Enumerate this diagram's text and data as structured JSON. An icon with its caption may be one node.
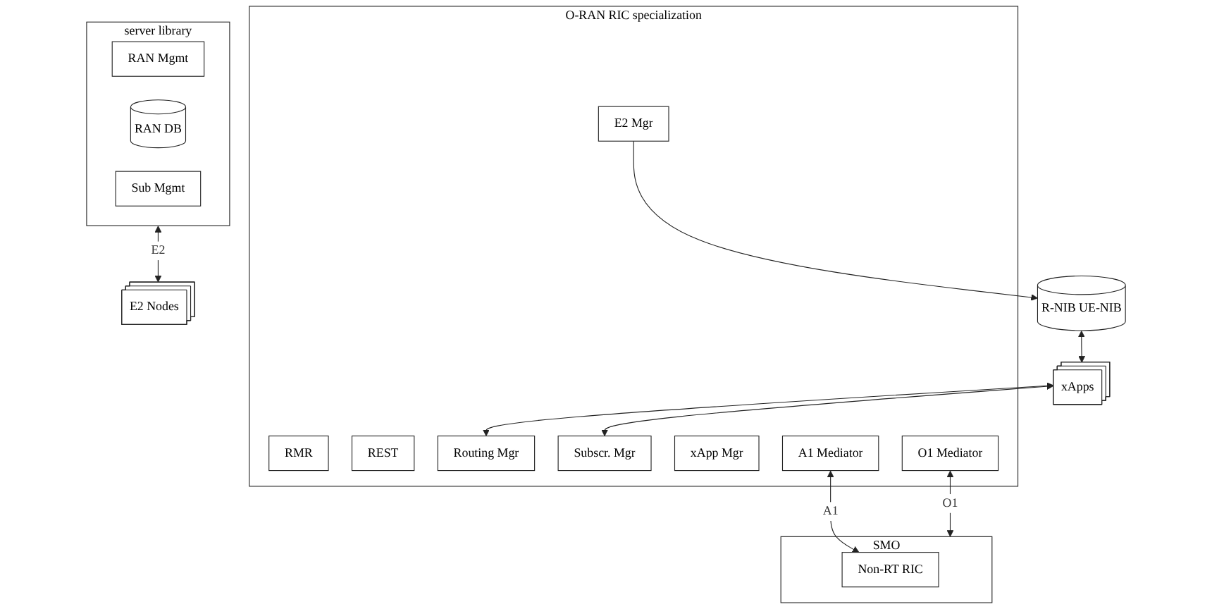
{
  "diagram": {
    "nodes": [
      {
        "text": [
          "R-NIB UE-NIB"
        ]
      },
      {
        "text": [
          "xApps"
        ]
      },
      {
        "text": [
          "SMO"
        ]
      },
      {
        "text": [
          "Non-RT RIC"
        ],
        "in": 2
      },
      {
        "text": [
          "O-RAN RIC specialization"
        ]
      },
      {
        "text": [
          "RMR"
        ],
        "in": 4
      },
      {
        "text": [
          "REST"
        ],
        "in": 4
      },
      {
        "text": [
          "Routing Mgr"
        ],
        "in": 4
      },
      {
        "text": [
          "Subscr. Mgr"
        ],
        "in": 4
      },
      {
        "text": [
          "xApp Mgr"
        ],
        "in": 4
      },
      {
        "text": [
          "A1 Mediator"
        ],
        "in": 4
      },
      {
        "text": [
          "E2 Mgr"
        ],
        "in": 4
      },
      {
        "text": [
          "O1 Mediator"
        ],
        "in": 4
      },
      {
        "text": [
          "server library"
        ]
      },
      {
        "text": [
          "RAN Mgmt"
        ],
        "in": 13
      },
      {
        "text": [
          "RAN DB"
        ],
        "in": 13
      },
      {
        "text": [
          "Sub Mgmt"
        ],
        "in": 13
      },
      {
        "text": [
          "E2 Nodes"
        ]
      }
    ],
    "edges": [
      {
        "from": 0,
        "to": 1,
        "arrow": "both"
      },
      {
        "from": 1,
        "to": 7,
        "arrow": "both"
      },
      {
        "from": 1,
        "to": 8,
        "arrow": "both"
      },
      {
        "from": 10,
        "to": 3,
        "arrow": "both",
        "label": "A1"
      },
      {
        "from": 12,
        "to": 2,
        "arrow": "both",
        "label": "O1"
      },
      {
        "from": 11,
        "to": 0,
        "arrow": "to"
      },
      {
        "from": 13,
        "to": 17,
        "arrow": "both",
        "label": "E2"
      }
    ]
  }
}
